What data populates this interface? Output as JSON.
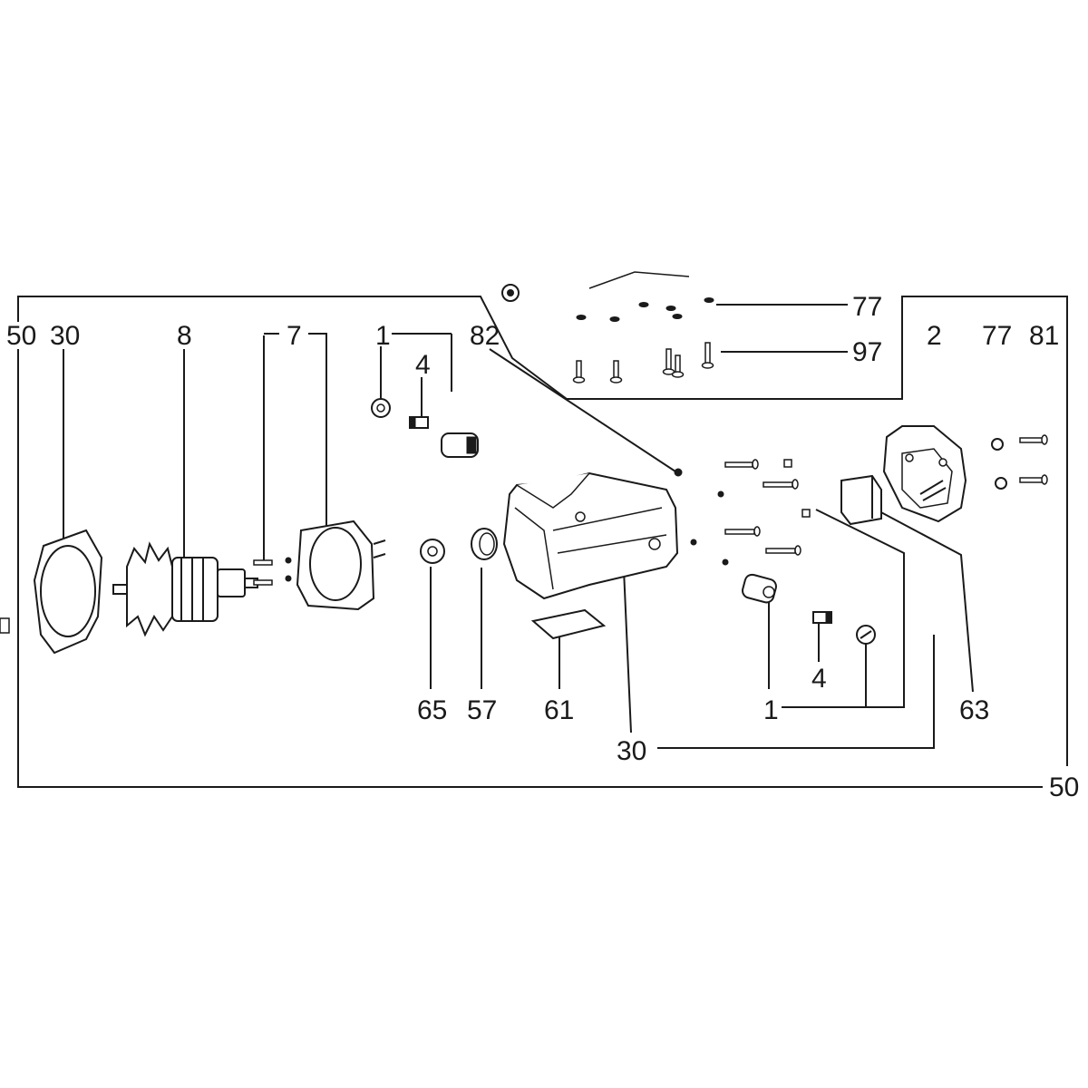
{
  "callouts": {
    "l50a": "50",
    "l30a": "30",
    "l8": "8",
    "l7": "7",
    "l1a": "1",
    "l4a": "4",
    "l82": "82",
    "l77a": "77",
    "l97": "97",
    "l2": "2",
    "l77b": "77",
    "l81": "81",
    "l65": "65",
    "l57": "57",
    "l61": "61",
    "l30b": "30",
    "l4b": "4",
    "l1b": "1",
    "l63": "63",
    "l50b": "50"
  }
}
